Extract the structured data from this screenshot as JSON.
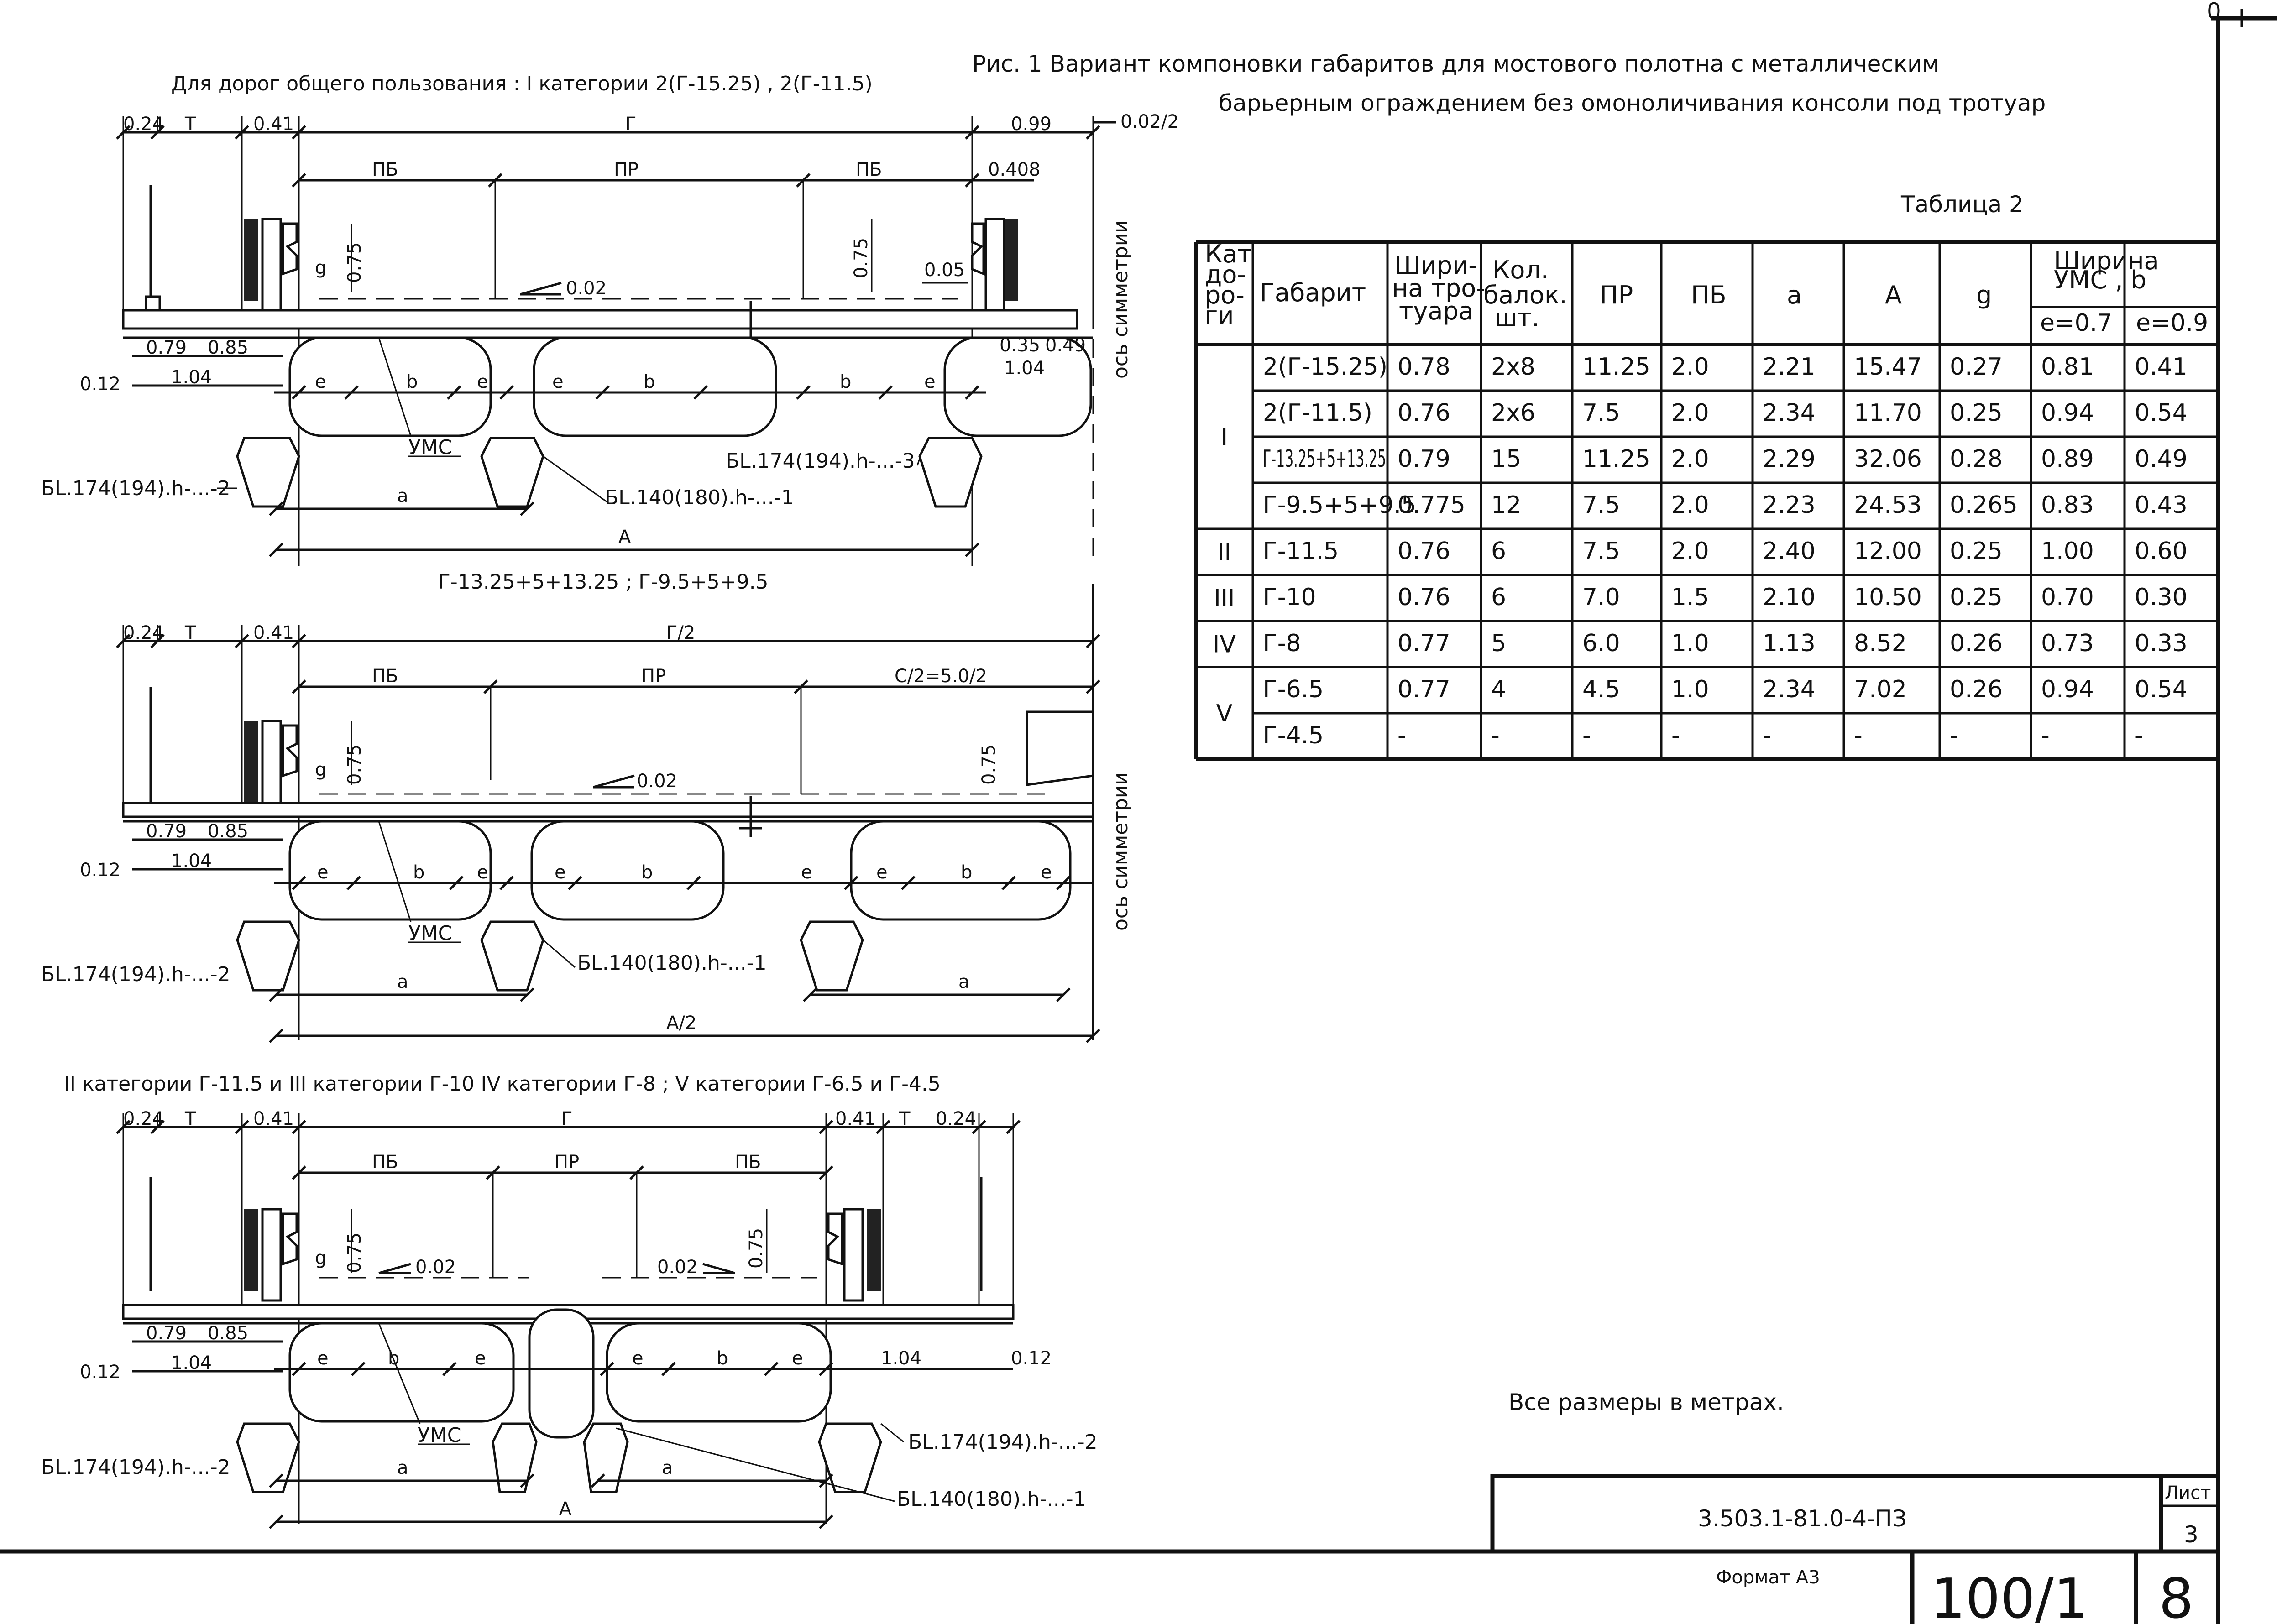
{
  "figure": {
    "caption_line1": "Рис. 1   Вариант компоновки габаритов для мостового полотна с металлическим",
    "caption_line2": "барьерным ограждением без омоноличивания консоли под тротуар",
    "note": "Все размеры в метрах."
  },
  "section1": {
    "heading": "Для дорог общего пользования : I категории 2(Г-15.25) , 2(Г-11.5)",
    "top_dims": [
      "0.24",
      "Т",
      "0.41",
      "Г",
      "0.99",
      "0.02/2"
    ],
    "lane_labels": [
      "ПБ",
      "ПР",
      "ПБ"
    ],
    "right_offset": "0.408",
    "height_left": "0.75",
    "height_right": "0.75",
    "g_label": "g",
    "slope": "0.02",
    "slope_right": "0.05",
    "left_dims": [
      "0.79",
      "0.85",
      "0.12",
      "1.04"
    ],
    "right_dims": [
      "0.35",
      "0.49",
      "1.04"
    ],
    "beam_gaps": [
      "e",
      "b",
      "e",
      "e",
      "b",
      "b",
      "e"
    ],
    "ums": "УМС",
    "beam_left": "БL.174(194).h-...-2",
    "beam_mid": "БL.140(180).h-...-1",
    "beam_right": "БL.174(194).h-...-3",
    "a_label": "a",
    "A_label": "A",
    "axis": "ось симметрии"
  },
  "section2": {
    "heading": "Г-13.25+5+13.25 ; Г-9.5+5+9.5",
    "top_dims": [
      "0.24",
      "Т",
      "0.41",
      "Г/2"
    ],
    "lane_labels": [
      "ПБ",
      "ПР",
      "С/2=5.0/2"
    ],
    "height_left": "0.75",
    "height_right": "0.75",
    "g_label": "g",
    "slope": "0.02",
    "left_dims": [
      "0.79",
      "0.85",
      "0.12",
      "1.04"
    ],
    "beam_gaps": [
      "e",
      "b",
      "e",
      "e",
      "b",
      "e",
      "e",
      "b",
      "e"
    ],
    "ums": "УМС",
    "beam_left": "БL.174(194).h-...-2",
    "beam_mid": "БL.140(180).h-...-1",
    "a_label": "a",
    "a_label_right": "a",
    "A_label": "A/2",
    "axis": "ось симметрии"
  },
  "section3": {
    "heading": "II категории Г-11.5 и III категории Г-10  IV категории Г-8 ; V категории Г-6.5 и Г-4.5",
    "top_dims": [
      "0.24",
      "Т",
      "0.41",
      "Г",
      "0.41",
      "Т",
      "0.24"
    ],
    "lane_labels": [
      "ПБ",
      "ПР",
      "ПБ"
    ],
    "height_left": "0.75",
    "height_right": "0.75",
    "g_label": "g",
    "slope_left": "0.02",
    "slope_right": "0.02",
    "left_dims": [
      "0.79",
      "0.85",
      "0.12",
      "1.04"
    ],
    "right_dims": [
      "1.04",
      "0.12"
    ],
    "beam_gaps": [
      "e",
      "b",
      "e",
      "e",
      "b",
      "e"
    ],
    "ums": "УМС",
    "beam_left": "БL.174(194).h-...-2",
    "beam_right": "БL.174(194).h-...-2",
    "beam_mid": "БL.140(180).h-...-1",
    "a_label": "a",
    "a_label_right": "a",
    "A_label": "A"
  },
  "table": {
    "caption": "Таблица 2",
    "headers": {
      "cat": [
        "Кат",
        "до-",
        "ро-",
        "ги"
      ],
      "gabarit": "Габарит",
      "width": [
        "Шири-",
        "на тро-",
        "туара"
      ],
      "count": [
        "Кол.",
        "балок.",
        "шт."
      ],
      "pr": "ПР",
      "pb": "ПБ",
      "a": "a",
      "A": "A",
      "g": "g",
      "ums": [
        "Ширина",
        "УМС , b"
      ],
      "e07": "e=0.7",
      "e09": "e=0.9"
    },
    "categories": [
      {
        "label": "I",
        "rows": 4
      },
      {
        "label": "II",
        "rows": 1
      },
      {
        "label": "III",
        "rows": 1
      },
      {
        "label": "IV",
        "rows": 1
      },
      {
        "label": "V",
        "rows": 2
      }
    ],
    "rows": [
      [
        "2(Г-15.25)",
        "0.78",
        "2x8",
        "11.25",
        "2.0",
        "2.21",
        "15.47",
        "0.27",
        "0.81",
        "0.41"
      ],
      [
        "2(Г-11.5)",
        "0.76",
        "2x6",
        "7.5",
        "2.0",
        "2.34",
        "11.70",
        "0.25",
        "0.94",
        "0.54"
      ],
      [
        "Г-13.25+5+13.25",
        "0.79",
        "15",
        "11.25",
        "2.0",
        "2.29",
        "32.06",
        "0.28",
        "0.89",
        "0.49"
      ],
      [
        "Г-9.5+5+9.5",
        "0.775",
        "12",
        "7.5",
        "2.0",
        "2.23",
        "24.53",
        "0.265",
        "0.83",
        "0.43"
      ],
      [
        "Г-11.5",
        "0.76",
        "6",
        "7.5",
        "2.0",
        "2.40",
        "12.00",
        "0.25",
        "1.00",
        "0.60"
      ],
      [
        "Г-10",
        "0.76",
        "6",
        "7.0",
        "1.5",
        "2.10",
        "10.50",
        "0.25",
        "0.70",
        "0.30"
      ],
      [
        "Г-8",
        "0.77",
        "5",
        "6.0",
        "1.0",
        "1.13",
        "8.52",
        "0.26",
        "0.73",
        "0.33"
      ],
      [
        "Г-6.5",
        "0.77",
        "4",
        "4.5",
        "1.0",
        "2.34",
        "7.02",
        "0.26",
        "0.94",
        "0.54"
      ],
      [
        "Г-4.5",
        "-",
        "-",
        "-",
        "-",
        "-",
        "-",
        "-",
        "-",
        "-"
      ]
    ]
  },
  "title_block": {
    "code": "3.503.1-81.0-4-ПЗ",
    "sheet_label": "Лист",
    "sheet_no": "3",
    "format": "Формат А3",
    "stamp": "100/1",
    "page": "8",
    "corner": "0"
  }
}
